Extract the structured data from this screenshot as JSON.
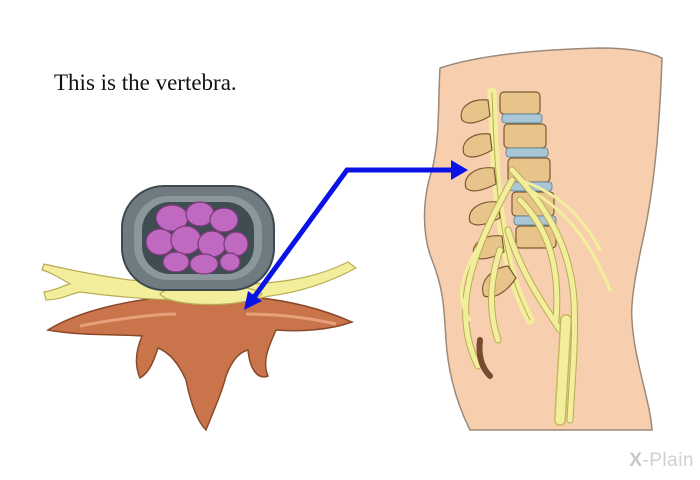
{
  "caption": "This is the vertebra.",
  "brand": {
    "mark": "X",
    "rest": "-Plain"
  },
  "colors": {
    "bone": "#c9744a",
    "bone_dark": "#8a4a2a",
    "nerve": "#f3ee9c",
    "nerve_outline": "#b8ad55",
    "disc_ring": "#6f7b80",
    "nucleus": "#c069c0",
    "skin": "#f7cfae",
    "skin_edge": "#9c8a7a",
    "arrow": "#0a12e6",
    "spine_bone": "#e8c48a",
    "disc_blue": "#a9c6d6"
  },
  "figures": {
    "left": "vertebra cross-section",
    "right": "lower back side view with spine and nerves"
  }
}
